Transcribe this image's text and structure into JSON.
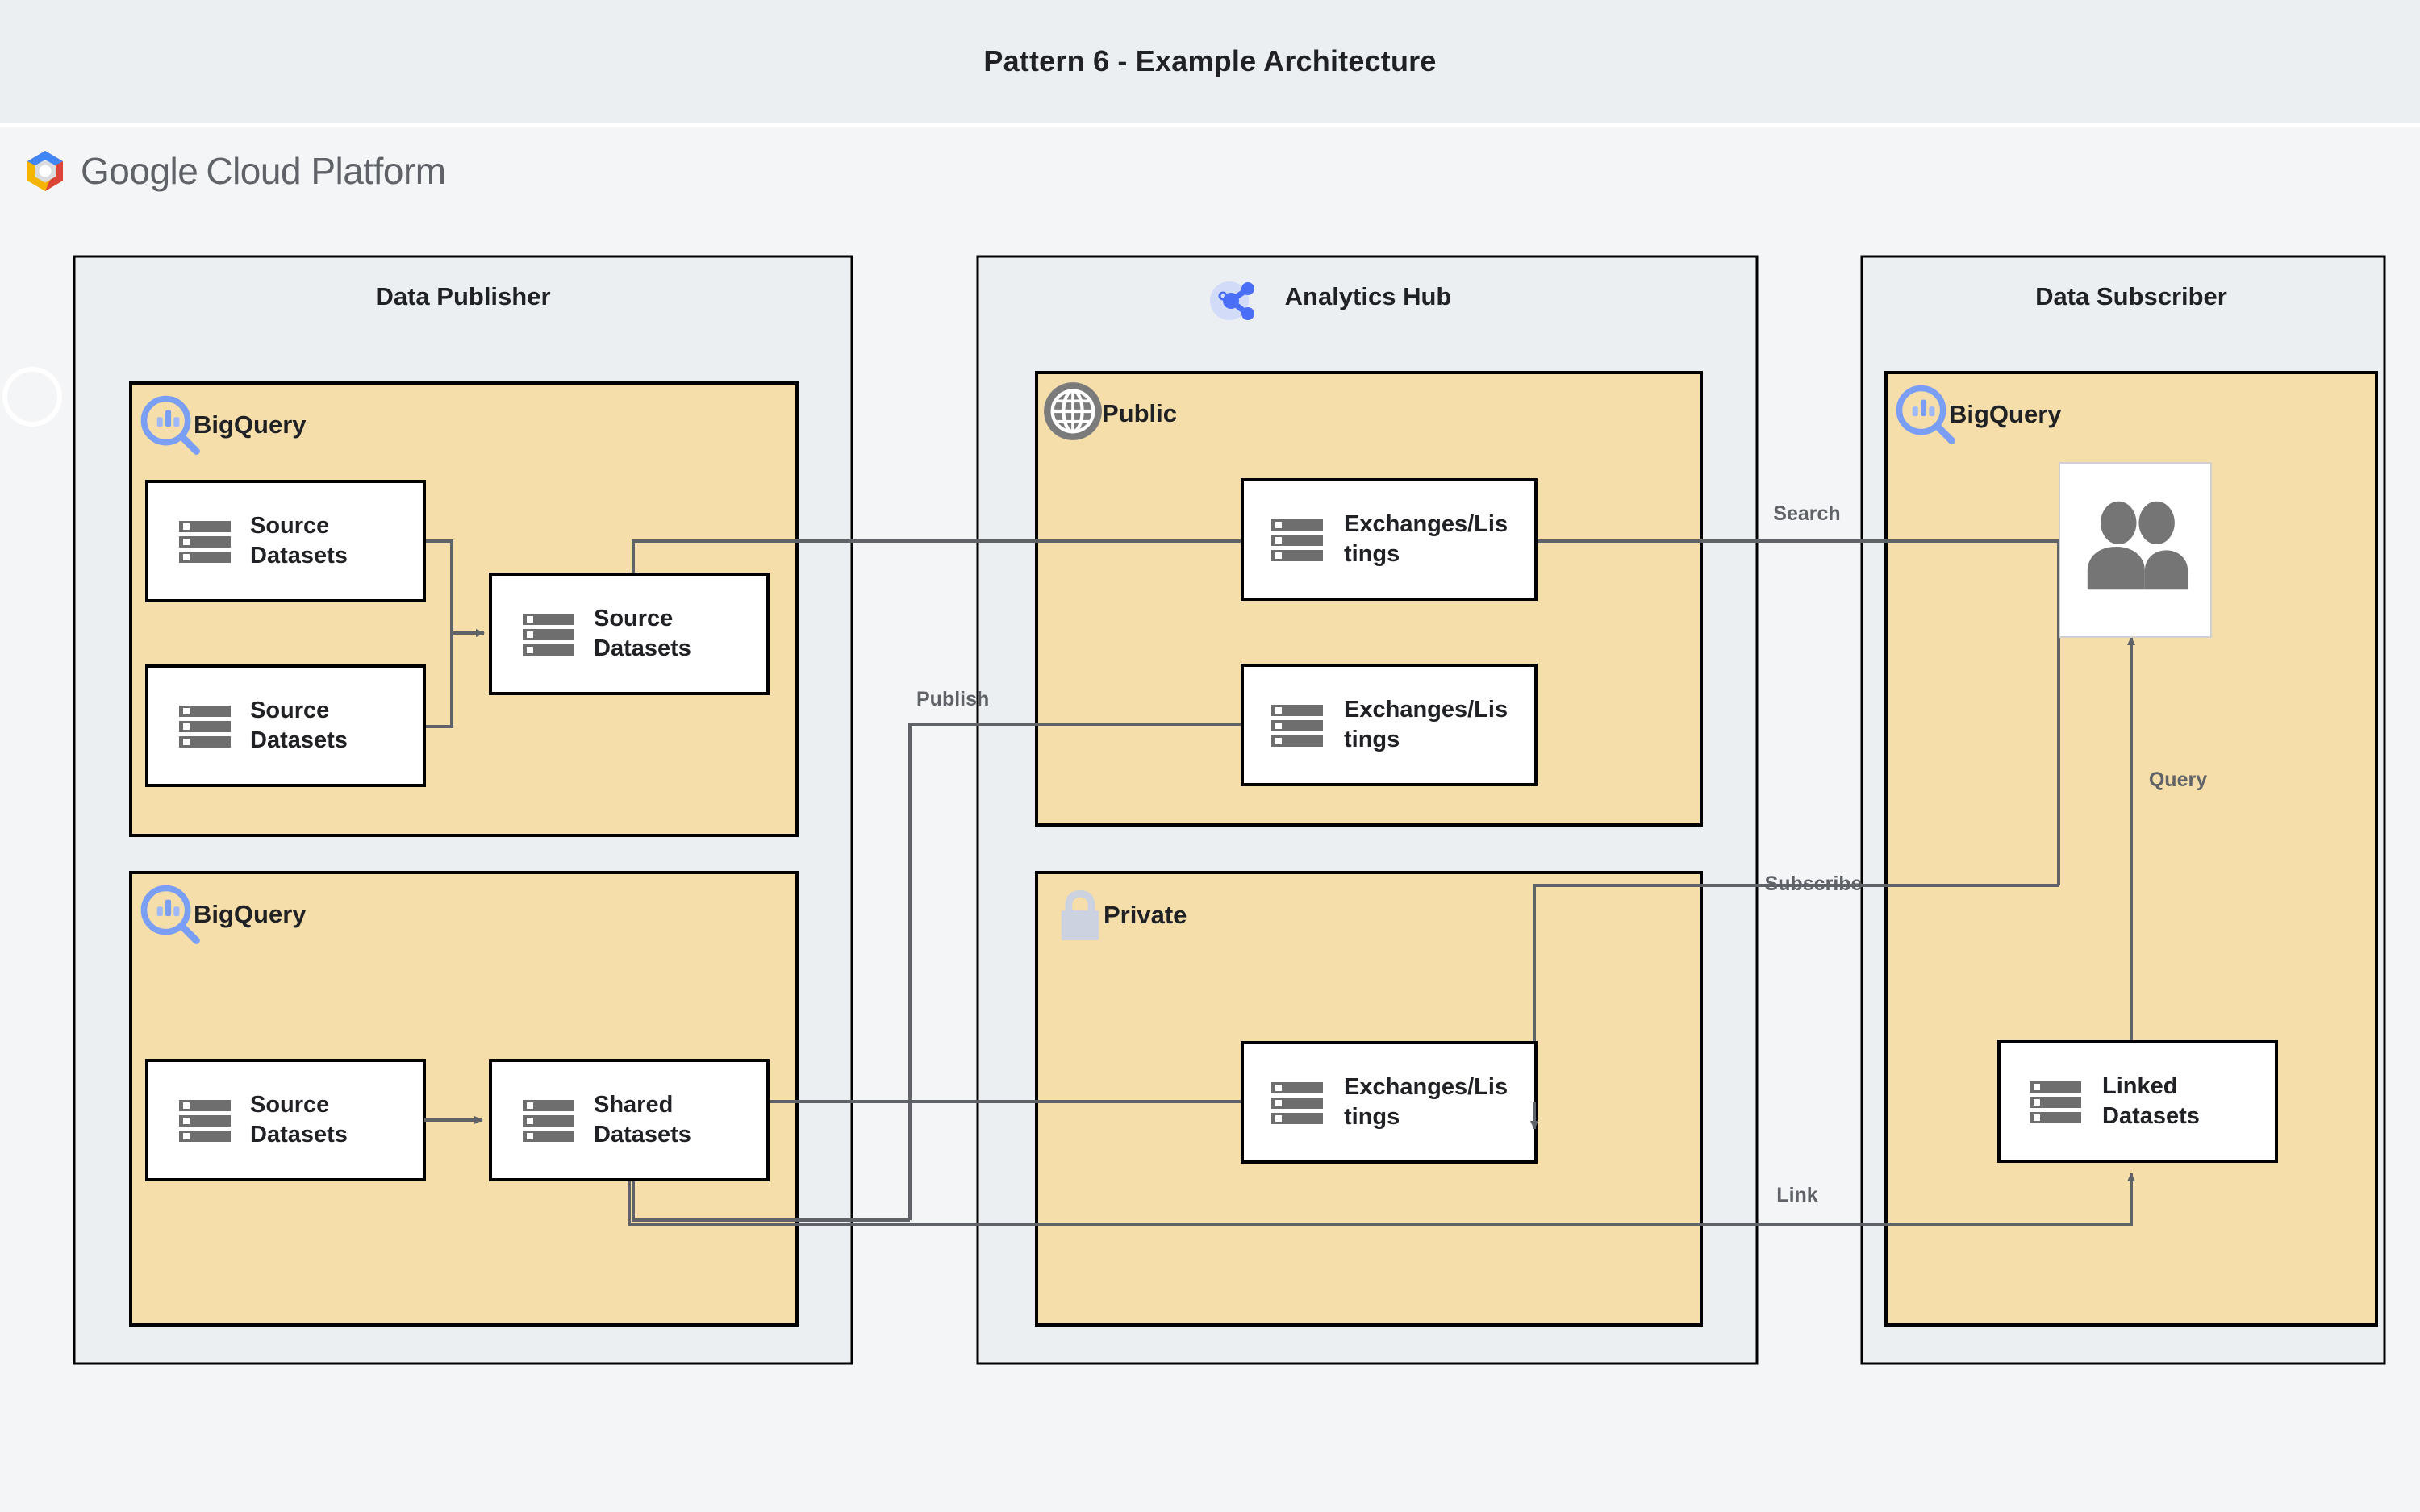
{
  "window": {
    "title": "Pattern 6 - Example Architecture",
    "background": "#f4f5f7",
    "titlebar_background": "#eceff1"
  },
  "brand": {
    "logo_icon": "google-cloud-hexagon-icon",
    "name_part1": "Google",
    "name_part2": "Cloud Platform",
    "colors": {
      "blue": "#4285f4",
      "red": "#db4437",
      "yellow": "#f4b400",
      "green": "#0f9d58",
      "grey": "#5f6368"
    }
  },
  "palette": {
    "lane_fill": "#eceff1",
    "lane_stroke": "#000000",
    "service_fill": "#f5deaa",
    "service_stroke": "#000000",
    "node_fill": "#ffffff",
    "node_stroke": "#000000",
    "edge_stroke": "#5f6368",
    "bigquery_icon": "#7b9ef5",
    "dataset_icon": "#6e6e6e",
    "public_icon": "#7b7b7b",
    "private_icon": "#ccd2e0",
    "analytics_hub_icon": "#4a6ef5"
  },
  "lanes": [
    {
      "id": "data-publisher",
      "title": "Data Publisher",
      "icon": null,
      "services": [
        {
          "id": "publisher-bigquery-top",
          "title": "BigQuery",
          "icon": "bigquery-icon",
          "nodes": [
            {
              "id": "source-datasets-1",
              "label": "Source Datasets",
              "icon": "dataset-icon"
            },
            {
              "id": "source-datasets-2",
              "label": "Source Datasets",
              "icon": "dataset-icon"
            },
            {
              "id": "source-datasets-merged",
              "label": "Source Datasets",
              "icon": "dataset-icon"
            }
          ]
        },
        {
          "id": "publisher-bigquery-bottom",
          "title": "BigQuery",
          "icon": "bigquery-icon",
          "nodes": [
            {
              "id": "source-datasets-3",
              "label": "Source Datasets",
              "icon": "dataset-icon"
            },
            {
              "id": "shared-datasets",
              "label": "Shared Datasets",
              "icon": "dataset-icon"
            }
          ]
        }
      ]
    },
    {
      "id": "analytics-hub",
      "title": "Analytics Hub",
      "icon": "analytics-hub-share-icon",
      "services": [
        {
          "id": "public-exchange",
          "title": "Public",
          "icon": "globe-icon",
          "nodes": [
            {
              "id": "public-listing-1",
              "label": "Exchanges/Lis tings",
              "line1": "Exchanges/Lis",
              "line2": "tings",
              "icon": "dataset-icon"
            },
            {
              "id": "public-listing-2",
              "label": "Exchanges/Lis tings",
              "line1": "Exchanges/Lis",
              "line2": "tings",
              "icon": "dataset-icon"
            }
          ]
        },
        {
          "id": "private-exchange",
          "title": "Private",
          "icon": "lock-icon",
          "nodes": [
            {
              "id": "private-listing-1",
              "label": "Exchanges/Lis tings",
              "line1": "Exchanges/Lis",
              "line2": "tings",
              "icon": "dataset-icon"
            }
          ]
        }
      ]
    },
    {
      "id": "data-subscriber",
      "title": "Data Subscriber",
      "icon": null,
      "services": [
        {
          "id": "subscriber-bigquery",
          "title": "BigQuery",
          "icon": "bigquery-icon",
          "nodes": [
            {
              "id": "subscriber-users",
              "label": "",
              "icon": "users-icon"
            },
            {
              "id": "linked-datasets",
              "label": "Linked Datasets",
              "line1": "Linked",
              "line2": "Datasets",
              "icon": "dataset-icon"
            }
          ]
        }
      ]
    }
  ],
  "edges": [
    {
      "id": "edge-publish",
      "label": "Publish"
    },
    {
      "id": "edge-search",
      "label": "Search"
    },
    {
      "id": "edge-subscribe",
      "label": "Subscribe"
    },
    {
      "id": "edge-query",
      "label": "Query"
    },
    {
      "id": "edge-link",
      "label": "Link"
    }
  ],
  "node_text": {
    "source_datasets_l1": "Source",
    "source_datasets_l2": "Datasets",
    "shared_datasets_l1": "Shared",
    "shared_datasets_l2": "Datasets",
    "linked_datasets_l1": "Linked",
    "linked_datasets_l2": "Datasets",
    "exchanges_l1": "Exchanges/Lis",
    "exchanges_l2": "tings"
  }
}
